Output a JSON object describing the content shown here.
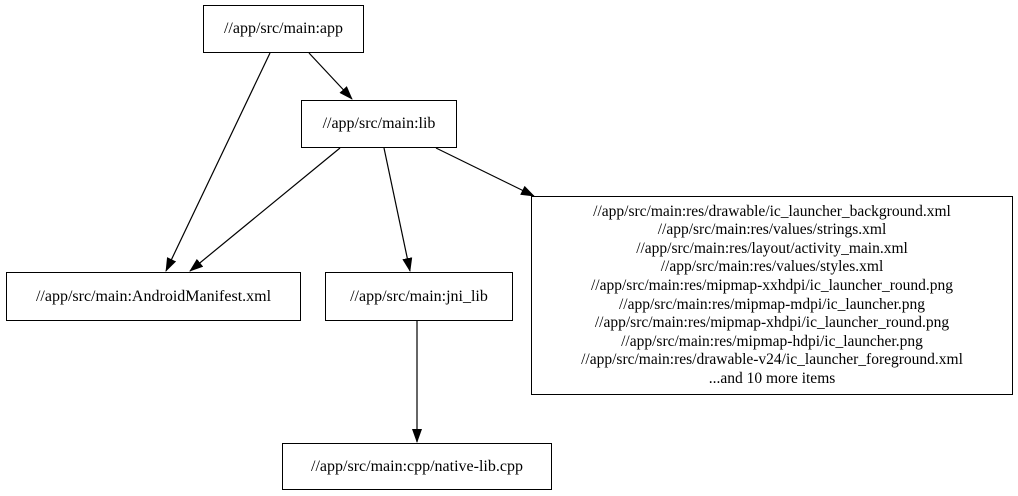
{
  "diagram": {
    "type": "dependency-graph",
    "colors": {
      "background": "#ffffff",
      "node_fill": "#ffffff",
      "node_border": "#000000",
      "edge": "#000000",
      "text": "#000000"
    },
    "nodes": {
      "app": {
        "label": "//app/src/main:app"
      },
      "lib": {
        "label": "//app/src/main:lib"
      },
      "manifest": {
        "label": "//app/src/main:AndroidManifest.xml"
      },
      "jni_lib": {
        "label": "//app/src/main:jni_lib"
      },
      "native_lib": {
        "label": "//app/src/main:cpp/native-lib.cpp"
      },
      "resources": {
        "lines": [
          "//app/src/main:res/drawable/ic_launcher_background.xml",
          "//app/src/main:res/values/strings.xml",
          "//app/src/main:res/layout/activity_main.xml",
          "//app/src/main:res/values/styles.xml",
          "//app/src/main:res/mipmap-xxhdpi/ic_launcher_round.png",
          "//app/src/main:res/mipmap-mdpi/ic_launcher.png",
          "//app/src/main:res/mipmap-xhdpi/ic_launcher_round.png",
          "//app/src/main:res/mipmap-hdpi/ic_launcher.png",
          "//app/src/main:res/drawable-v24/ic_launcher_foreground.xml",
          "...and 10 more items"
        ]
      }
    },
    "edges": [
      {
        "from": "app",
        "to": "lib"
      },
      {
        "from": "app",
        "to": "manifest"
      },
      {
        "from": "lib",
        "to": "manifest"
      },
      {
        "from": "lib",
        "to": "jni_lib"
      },
      {
        "from": "lib",
        "to": "resources"
      },
      {
        "from": "jni_lib",
        "to": "native_lib"
      }
    ]
  }
}
